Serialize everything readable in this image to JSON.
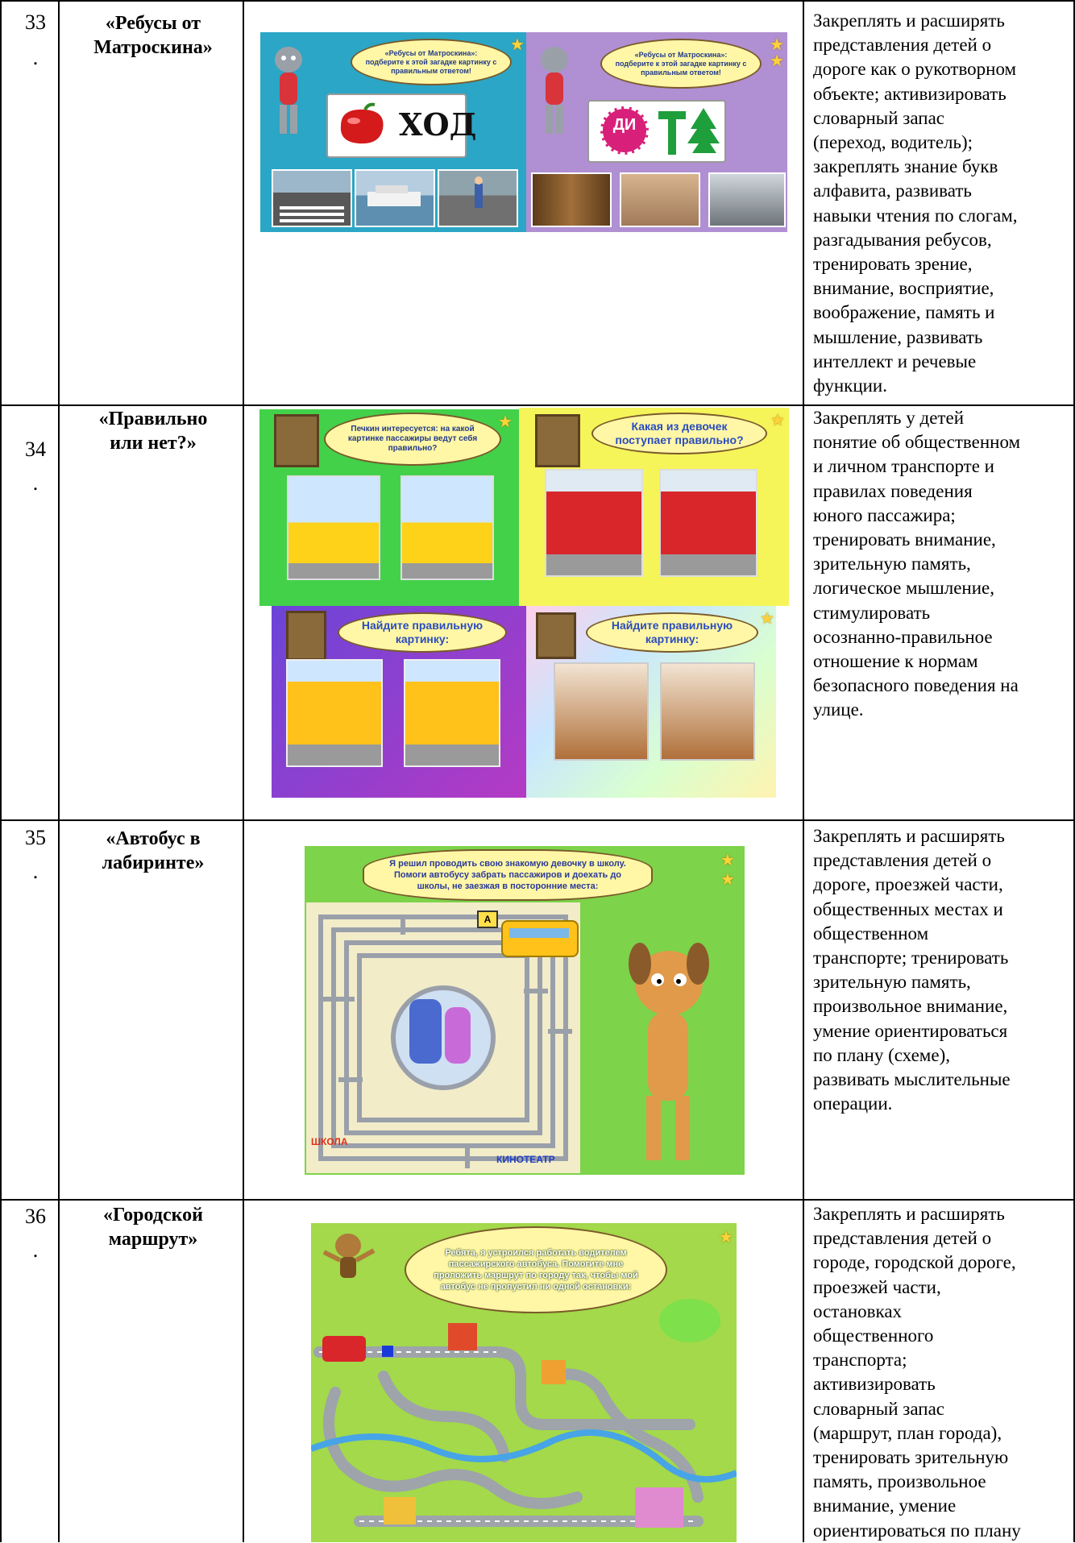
{
  "rows": [
    {
      "num": "33",
      "dot": ".",
      "title_lines": [
        "«Ребусы от",
        "Матроскина»"
      ],
      "panels": [
        {
          "bubble": "«Ребусы от Матроскина»: подберите к этой загадке картинку с правильным ответом!",
          "rebus": "ХОД"
        },
        {
          "bubble": "«Ребусы от Матроскина»: подберите к этой загадке картинку с правильным ответом!",
          "rebus": "ДИ"
        }
      ],
      "desc_lines": [
        "Закреплять и расширять",
        "представления детей о",
        "дороге как о рукотворном",
        "объекте; активизировать",
        "словарный запас",
        "(переход, водитель);",
        "закреплять знание букв",
        "алфавита, развивать",
        "навыки чтения по слогам,",
        "разгадывания ребусов,",
        "тренировать зрение,",
        "внимание, восприятие,",
        "воображение, память и",
        "мышление, развивать",
        "интеллект и речевые",
        "функции."
      ]
    },
    {
      "num": "34",
      "dot": ".",
      "title_lines": [
        "«Правильно",
        "или нет?»"
      ],
      "panels": [
        {
          "bubble": "Печкин интересуется: на какой картинке пассажиры ведут себя правильно?"
        },
        {
          "bubble": "Какая из девочек поступает правильно?"
        },
        {
          "bubble": "Найдите правильную картинку:"
        },
        {
          "bubble": "Найдите правильную картинку:"
        }
      ],
      "desc_lines": [
        "Закреплять у детей",
        "понятие об общественном",
        "и личном транспорте и",
        "правилах поведения",
        "юного пассажира;",
        "тренировать внимание,",
        "зрительную память,",
        "логическое мышление,",
        "стимулировать",
        "осознанно-правильное",
        "отношение к нормам",
        "безопасного поведения на",
        "улице."
      ]
    },
    {
      "num": "35",
      "dot": ".",
      "title_lines": [
        "«Автобус в",
        "лабиринте»"
      ],
      "panels": [
        {
          "bubble": "Я решил проводить свою знакомую девочку в школу. Помоги автобусу забрать пассажиров и доехать до школы, не заезжая в посторонние места:",
          "label_school": "ШКОЛА",
          "label_cinema": "КИНОТЕАТР",
          "stop": "А"
        }
      ],
      "desc_lines": [
        "Закреплять и расширять",
        "представления детей о",
        "дороге, проезжей части,",
        "общественных местах и",
        "общественном",
        "транспорте; тренировать",
        "зрительную память,",
        "произвольное внимание,",
        "умение ориентироваться",
        "по плану (схеме),",
        "развивать мыслительные",
        "операции."
      ]
    },
    {
      "num": "36",
      "dot": ".",
      "title_lines": [
        "«Городской",
        "маршрут»"
      ],
      "panels": [
        {
          "bubble": "Ребята, я устроился работать водителем пассажирского автобуса. Помогите мне проложить маршрут по городу так, чтобы мой автобус не пропустил ни одной остановки:"
        }
      ],
      "desc_lines": [
        "Закреплять и расширять",
        "представления детей о",
        "городе, городской дороге,",
        "проезжей части,",
        "остановках",
        "общественного",
        "транспорта;",
        "активизировать",
        "словарный запас",
        "(маршрут, план города),",
        "тренировать зрительную",
        "память, произвольное",
        "внимание, умение",
        "ориентироваться по плану"
      ]
    }
  ],
  "colors": {
    "teal": "#2ba6c6",
    "lilac": "#b08fd3",
    "green": "#43d14a",
    "yellow": "#f5f55a",
    "purple": "#8a3fc7",
    "pastel": "#c9e6ff",
    "maze_green": "#7dd34a",
    "city_green": "#a3d94a"
  }
}
